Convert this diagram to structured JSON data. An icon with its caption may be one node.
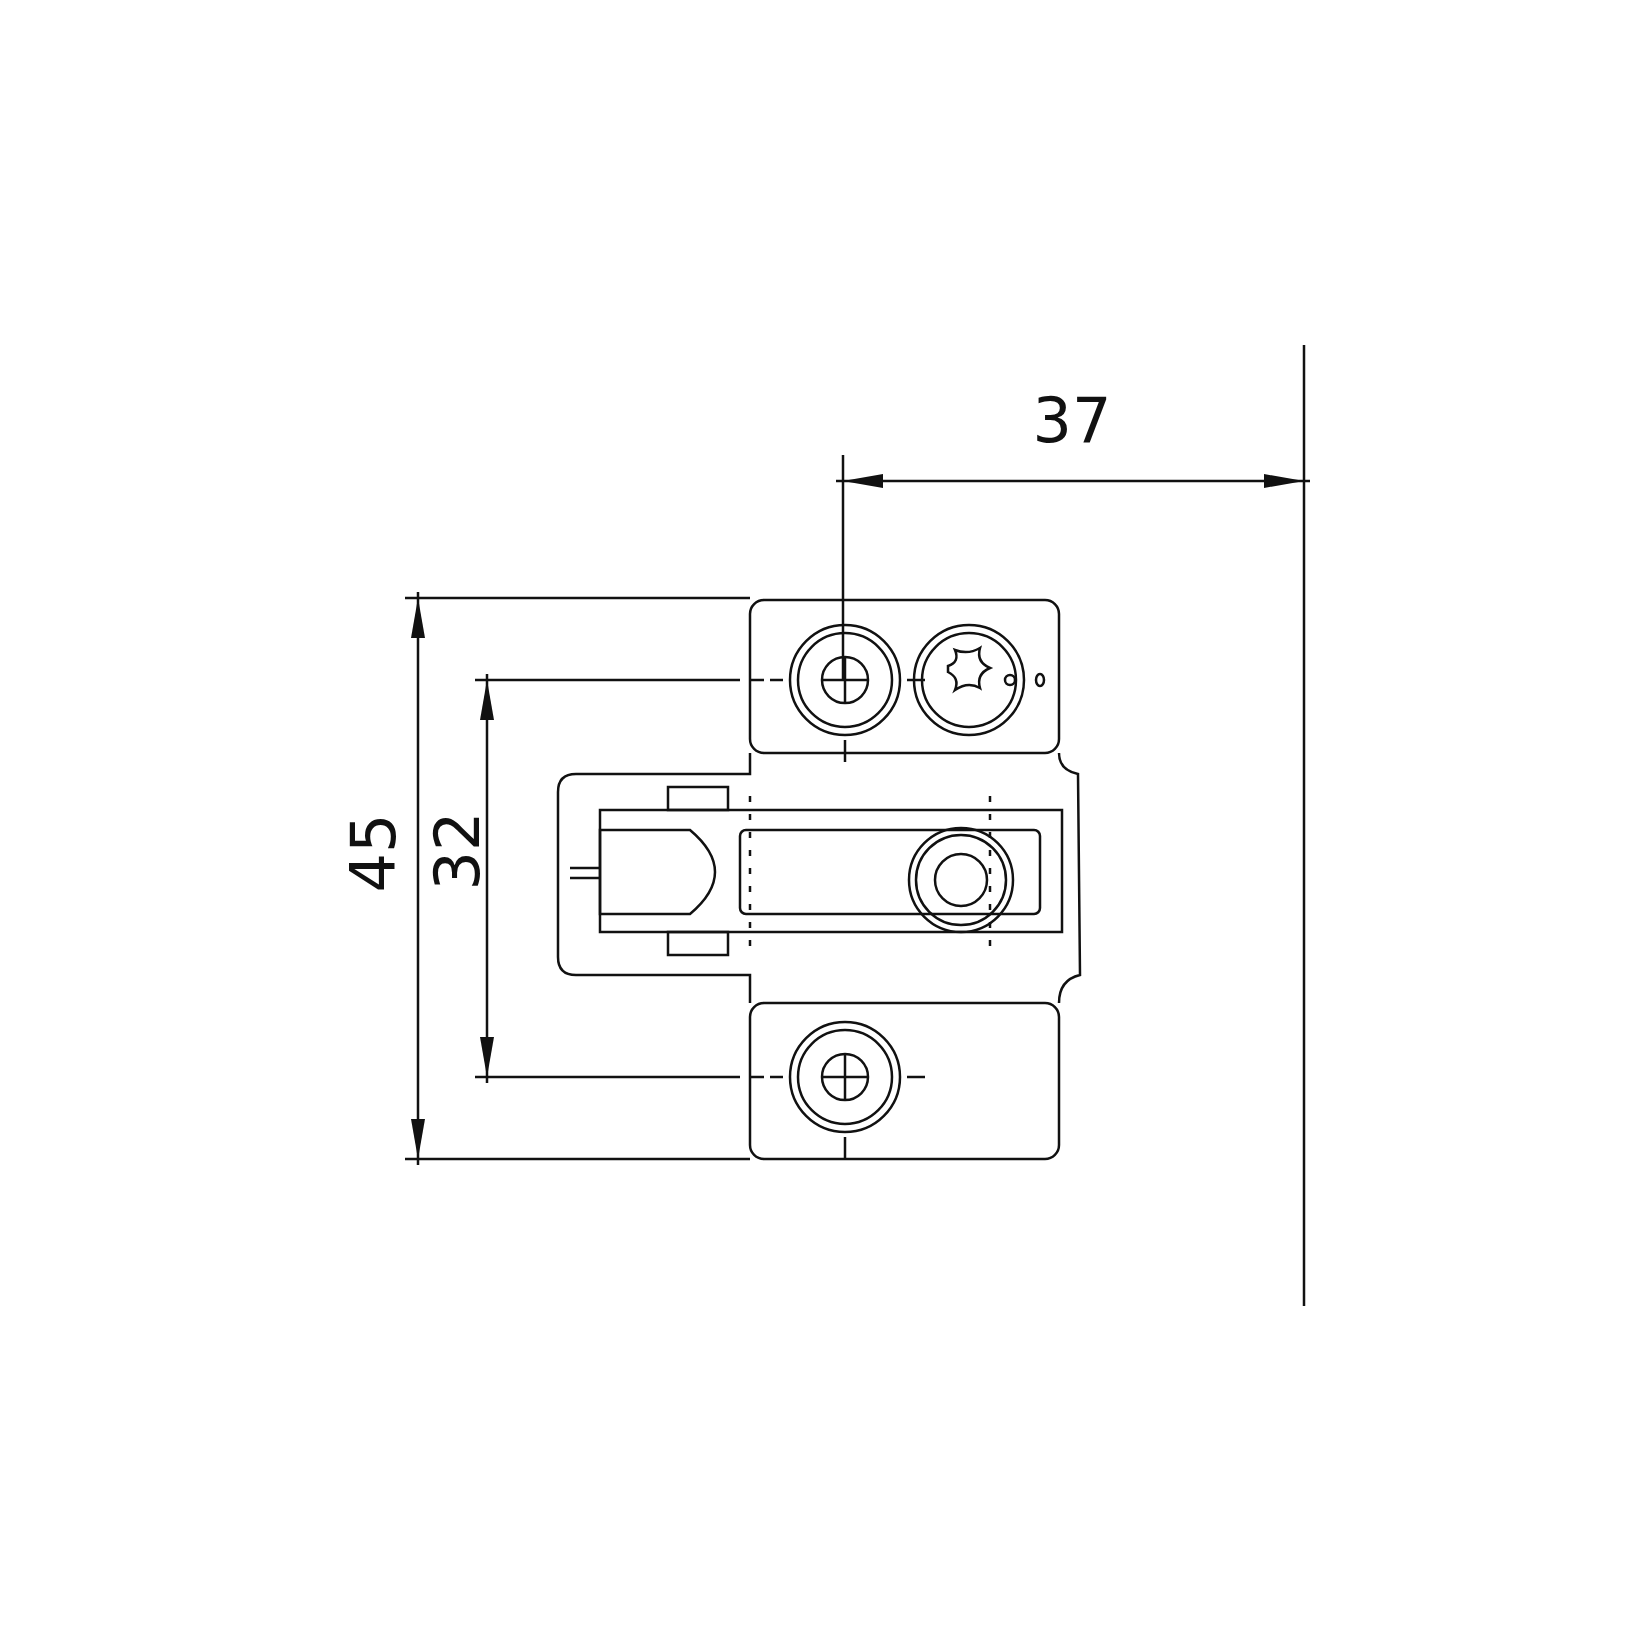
{
  "diagram": {
    "labels": [
      "37",
      "45",
      "32"
    ]
  }
}
